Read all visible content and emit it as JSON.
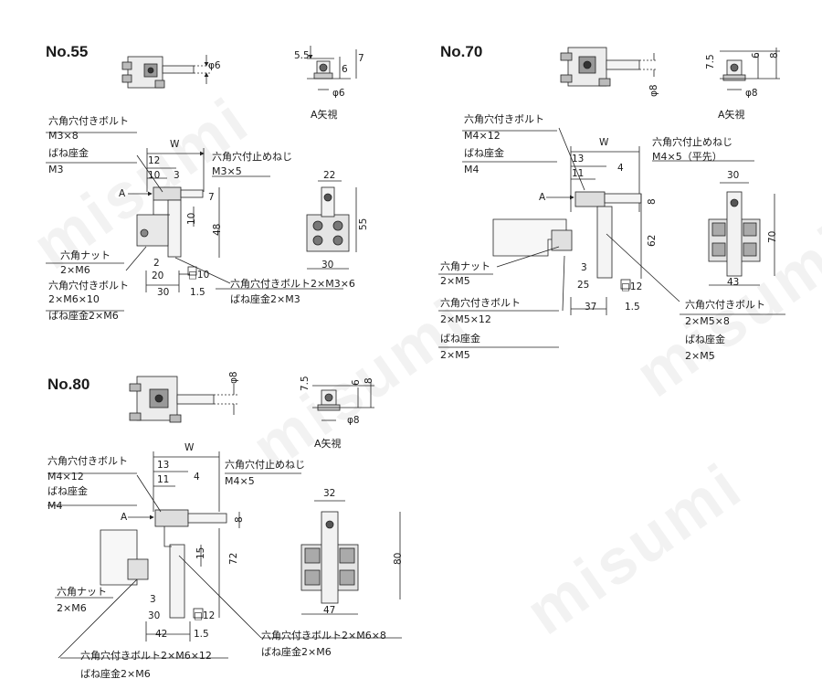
{
  "watermark": "misumi",
  "no55": {
    "title": "No.55",
    "side_view_d": "φ6",
    "arrow_view": "A矢視",
    "aview_dims": [
      "5.5",
      "6",
      "7",
      "φ6"
    ],
    "callouts": {
      "bolt_top": "六角穴付きボルト",
      "bolt_top_size": "M3×8",
      "washer_top": "ばね座金",
      "washer_top_size": "M3",
      "setscrew": "六角穴付止めねじ",
      "setscrew_size": "M3×5",
      "nut": "六角ナット",
      "nut_size": "2×M6",
      "bolt_bottom": "六角穴付きボルト",
      "bolt_bottom_size": "2×M6×10",
      "washer_bottom": "ばね座金2×M6",
      "bolt_right": "六角穴付きボルト2×M3×6",
      "washer_right": "ばね座金2×M3"
    },
    "dims": {
      "W": "W",
      "d12": "12",
      "d10": "10",
      "d3": "3",
      "d7": "7",
      "d10b": "10",
      "d48": "48",
      "d2": "2",
      "d20": "20",
      "d30": "30",
      "d1_5": "1.5",
      "sq10": "□10",
      "A": "A",
      "r22": "22",
      "r55": "55",
      "r30": "30"
    }
  },
  "no70": {
    "title": "No.70",
    "side_view_d": "φ8",
    "arrow_view": "A矢視",
    "aview_dims": [
      "7.5",
      "6",
      "8",
      "φ8"
    ],
    "callouts": {
      "bolt_top": "六角穴付きボルト",
      "bolt_top_size": "M4×12",
      "washer_top": "ばね座金",
      "washer_top_size": "M4",
      "setscrew": "六角穴付止めねじ",
      "setscrew_size": "M4×5（平先）",
      "nut": "六角ナット",
      "nut_size": "2×M5",
      "bolt_bottom": "六角穴付きボルト",
      "bolt_bottom_size": "2×M5×12",
      "washer_bottom": "ばね座金",
      "washer_bottom_size": "2×M5",
      "bolt_right": "六角穴付きボルト",
      "bolt_right_size": "2×M5×8",
      "washer_right": "ばね座金",
      "washer_right_size": "2×M5"
    },
    "dims": {
      "W": "W",
      "d13": "13",
      "d11": "11",
      "d4": "4",
      "d8": "8",
      "d62": "62",
      "d3": "3",
      "d25": "25",
      "d37": "37",
      "d1_5": "1.5",
      "sq12": "□12",
      "A": "A",
      "r30": "30",
      "r70": "70",
      "r43": "43"
    }
  },
  "no80": {
    "title": "No.80",
    "side_view_d": "φ8",
    "arrow_view": "A矢視",
    "aview_dims": [
      "7.5",
      "6",
      "8",
      "φ8"
    ],
    "callouts": {
      "bolt_top": "六角穴付きボルト",
      "bolt_top_size": "M4×12",
      "washer_top": "ばね座金",
      "washer_top_size": "M4",
      "setscrew": "六角穴付止めねじ",
      "setscrew_size": "M4×5",
      "nut": "六角ナット",
      "nut_size": "2×M6",
      "bolt_bottom": "六角穴付きボルト2×M6×12",
      "washer_bottom": "ばね座金2×M6",
      "bolt_right": "六角穴付きボルト2×M6×8",
      "washer_right": "ばね座金2×M6"
    },
    "dims": {
      "W": "W",
      "d13": "13",
      "d11": "11",
      "d4": "4",
      "d8": "8",
      "d15": "15",
      "d72": "72",
      "d3": "3",
      "d30": "30",
      "d42": "42",
      "d1_5": "1.5",
      "sq12": "□12",
      "A": "A",
      "r32": "32",
      "r80": "80",
      "r47": "47"
    }
  }
}
